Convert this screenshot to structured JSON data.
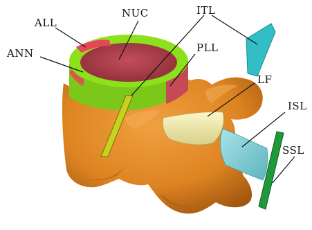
{
  "labels": {
    "all": "ALL",
    "nuc": "NUC",
    "itl": "ITL",
    "ann": "ANN",
    "pll": "PLL",
    "lf": "LF",
    "isl": "ISL",
    "ssl": "SSL"
  },
  "colors": {
    "bone": "#dd8422",
    "bone_shadow": "#a85a10",
    "annulus": "#8de01c",
    "annulus_dark": "#5aa010",
    "nucleus": "#b3424e",
    "all_ligament": "#e8445a",
    "itl_ligament": "#33bdc4",
    "itl_left": "#c8d21e",
    "lf_ligament": "#f4eeaa",
    "isl_ligament": "#92d6dc",
    "ssl_ligament": "#1f9a3a"
  }
}
